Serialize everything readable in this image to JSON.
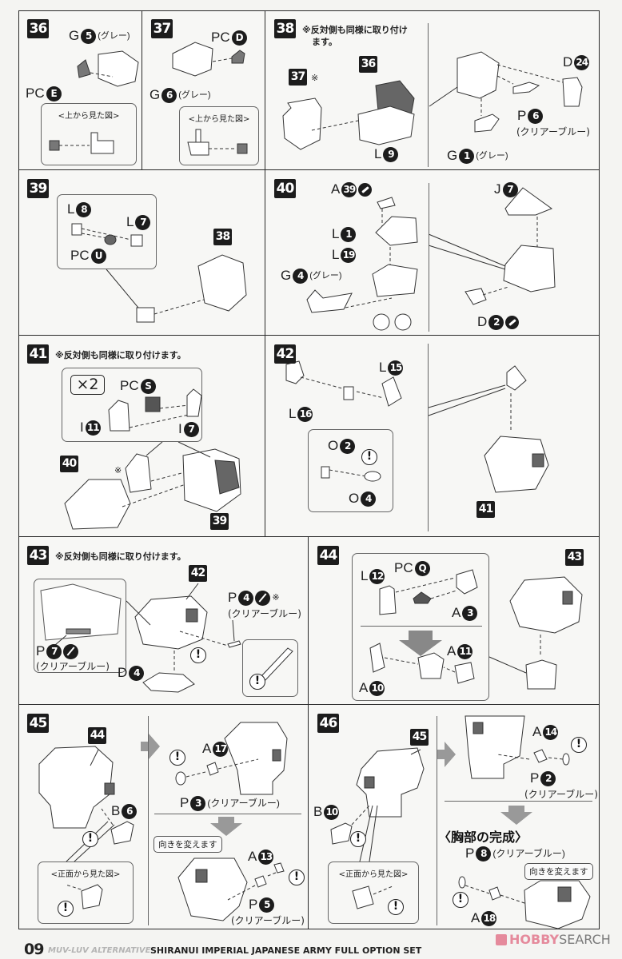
{
  "page": {
    "page_number": "09",
    "series": "MUV-LUV ALTERNATIVE",
    "title": "SHIRANUI IMPERIAL JAPANESE ARMY FULL OPTION SET",
    "watermark": {
      "brand_a": "HOBBY",
      "brand_b": "SEARCH",
      "color": "#e58a9c"
    }
  },
  "common": {
    "gray": "(グレー)",
    "clear_blue": "(クリアーブルー)",
    "mirror_note": "※反対側も同様に取り付けます。",
    "mirror_note_line1": "※反対側も同様に取り付け",
    "mirror_note_line2": "ます。",
    "top_view": "<上から見た図>",
    "front_view": "<正面から見た図>",
    "turn_around": "向きを変えます",
    "asterisk": "※",
    "warning_mark": "!",
    "times_two": "×2"
  },
  "steps": {
    "s36": {
      "number": "36",
      "parts": [
        {
          "runner": "G",
          "no": "5"
        },
        {
          "runner": "PC",
          "no": "E"
        }
      ]
    },
    "s37": {
      "number": "37",
      "parts": [
        {
          "runner": "PC",
          "no": "D"
        },
        {
          "runner": "G",
          "no": "6"
        }
      ]
    },
    "s38": {
      "number": "38",
      "refs": [
        "37",
        "36"
      ],
      "parts": [
        {
          "runner": "L",
          "no": "9"
        },
        {
          "runner": "D",
          "no": "24"
        },
        {
          "runner": "P",
          "no": "6"
        },
        {
          "runner": "G",
          "no": "1"
        }
      ]
    },
    "s39": {
      "number": "39",
      "refs": [
        "38"
      ],
      "parts": [
        {
          "runner": "L",
          "no": "8"
        },
        {
          "runner": "L",
          "no": "7"
        },
        {
          "runner": "PC",
          "no": "U"
        }
      ]
    },
    "s40": {
      "number": "40",
      "parts": [
        {
          "runner": "A",
          "no": "39"
        },
        {
          "runner": "L",
          "no": "1"
        },
        {
          "runner": "L",
          "no": "19"
        },
        {
          "runner": "G",
          "no": "4"
        },
        {
          "runner": "J",
          "no": "7"
        },
        {
          "runner": "D",
          "no": "2"
        }
      ]
    },
    "s41": {
      "number": "41",
      "refs": [
        "40",
        "39"
      ],
      "parts": [
        {
          "runner": "PC",
          "no": "S"
        },
        {
          "runner": "I",
          "no": "11"
        },
        {
          "runner": "I",
          "no": "7"
        }
      ]
    },
    "s42": {
      "number": "42",
      "refs": [
        "41"
      ],
      "parts": [
        {
          "runner": "L",
          "no": "15"
        },
        {
          "runner": "L",
          "no": "16"
        },
        {
          "runner": "O",
          "no": "2"
        },
        {
          "runner": "O",
          "no": "4"
        }
      ]
    },
    "s43": {
      "number": "43",
      "refs": [
        "42"
      ],
      "parts": [
        {
          "runner": "P",
          "no": "4"
        },
        {
          "runner": "P",
          "no": "7"
        },
        {
          "runner": "D",
          "no": "4"
        }
      ]
    },
    "s44": {
      "number": "44",
      "refs": [
        "43"
      ],
      "parts": [
        {
          "runner": "L",
          "no": "12"
        },
        {
          "runner": "PC",
          "no": "Q"
        },
        {
          "runner": "A",
          "no": "3"
        },
        {
          "runner": "A",
          "no": "11"
        },
        {
          "runner": "A",
          "no": "10"
        }
      ]
    },
    "s45": {
      "number": "45",
      "refs": [
        "44"
      ],
      "parts": [
        {
          "runner": "B",
          "no": "6"
        },
        {
          "runner": "A",
          "no": "17"
        },
        {
          "runner": "P",
          "no": "3"
        },
        {
          "runner": "A",
          "no": "13"
        },
        {
          "runner": "P",
          "no": "5"
        }
      ]
    },
    "s46": {
      "number": "46",
      "refs": [
        "45"
      ],
      "section_title": "〈胸部の完成〉",
      "parts": [
        {
          "runner": "B",
          "no": "10"
        },
        {
          "runner": "A",
          "no": "14"
        },
        {
          "runner": "P",
          "no": "2"
        },
        {
          "runner": "P",
          "no": "8"
        },
        {
          "runner": "A",
          "no": "18"
        }
      ]
    }
  }
}
